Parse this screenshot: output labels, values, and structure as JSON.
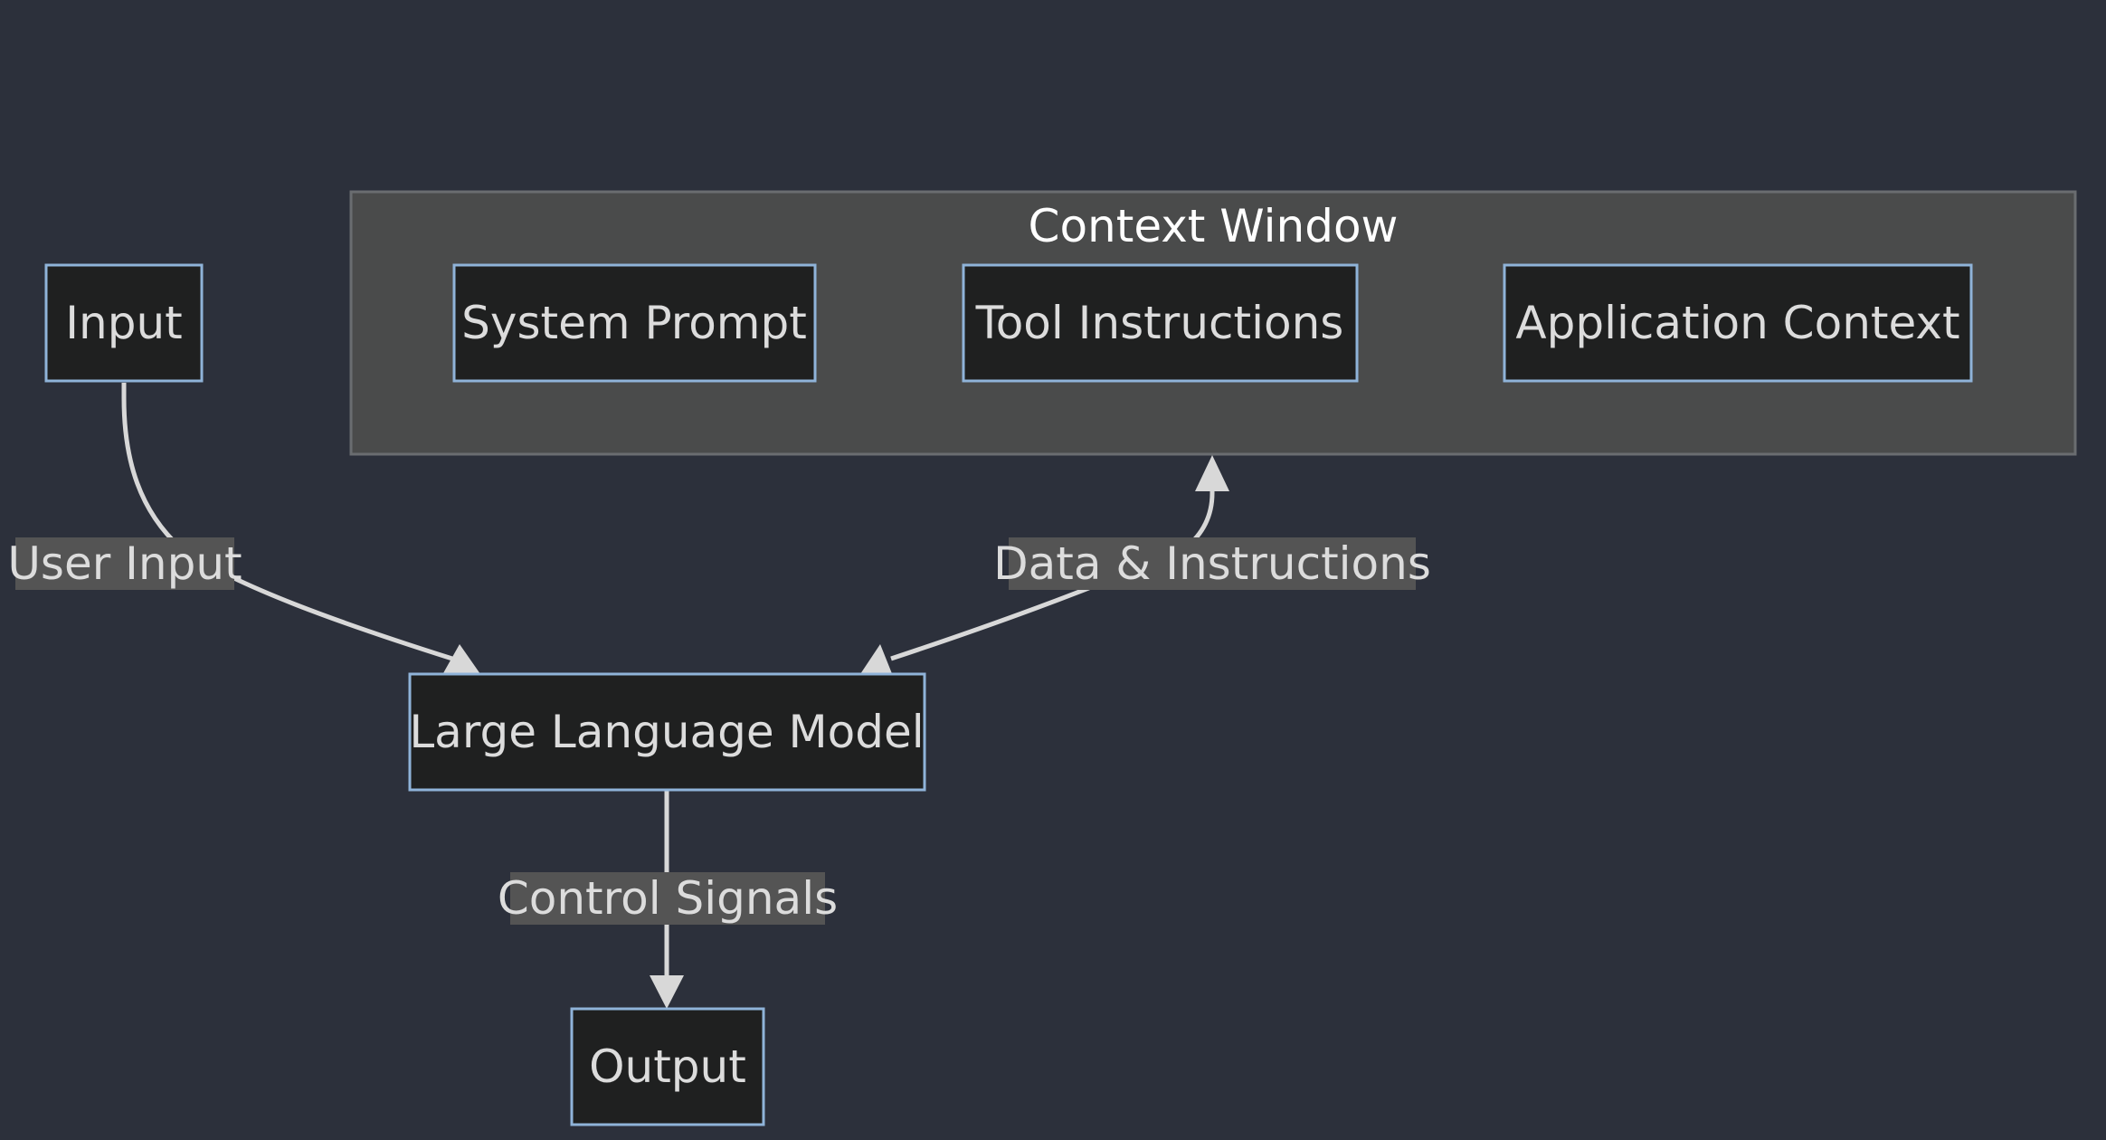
{
  "diagram": {
    "cluster": {
      "title": "Context Window"
    },
    "nodes": {
      "input": "Input",
      "system_prompt": "System Prompt",
      "tool_instructions": "Tool Instructions",
      "application_context": "Application Context",
      "llm": "Large Language Model",
      "output": "Output"
    },
    "edges": {
      "user_input": "User Input",
      "data_instructions": "Data & Instructions",
      "control_signals": "Control Signals"
    }
  },
  "colors": {
    "background": "#2c303b",
    "node_fill": "#1f2020",
    "node_border": "#8fb3d9",
    "cluster_fill": "#4a4b4b",
    "edge": "#d8d8d8",
    "edge_label_bg": "#545454"
  }
}
